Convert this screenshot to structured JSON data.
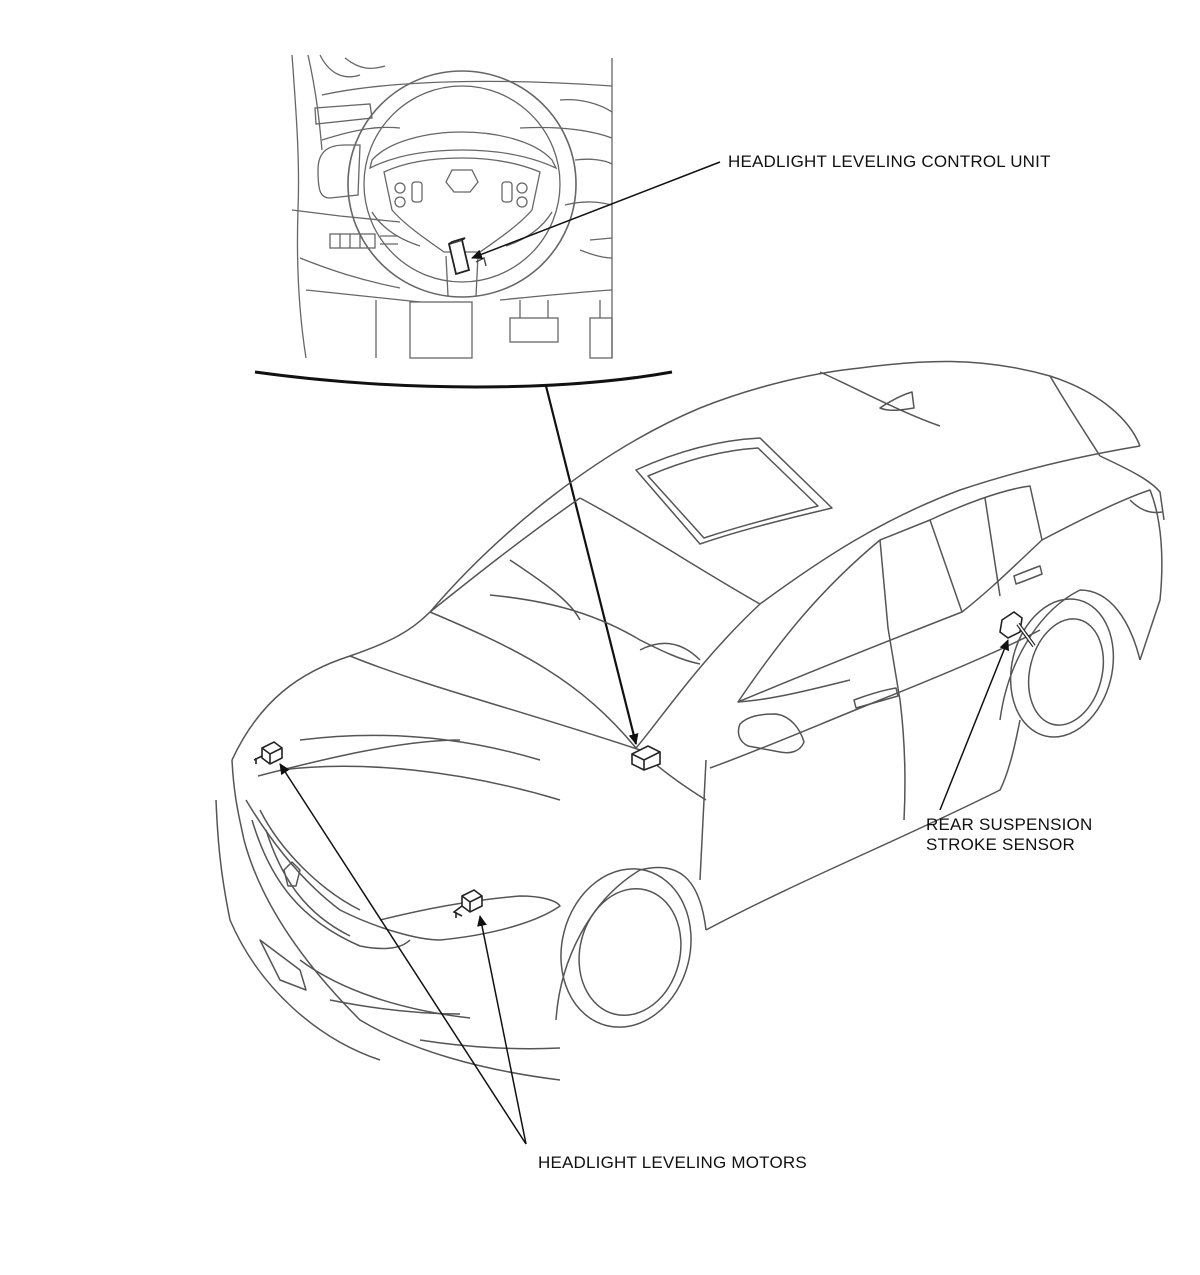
{
  "labels": {
    "control_unit": "HEADLIGHT LEVELING CONTROL UNIT",
    "rear_sensor_line1": "REAR SUSPENSION",
    "rear_sensor_line2": "STROKE SENSOR",
    "motors": "HEADLIGHT LEVELING MOTORS"
  },
  "colors": {
    "line": "#555555",
    "leader": "#111111",
    "background": "#ffffff"
  }
}
